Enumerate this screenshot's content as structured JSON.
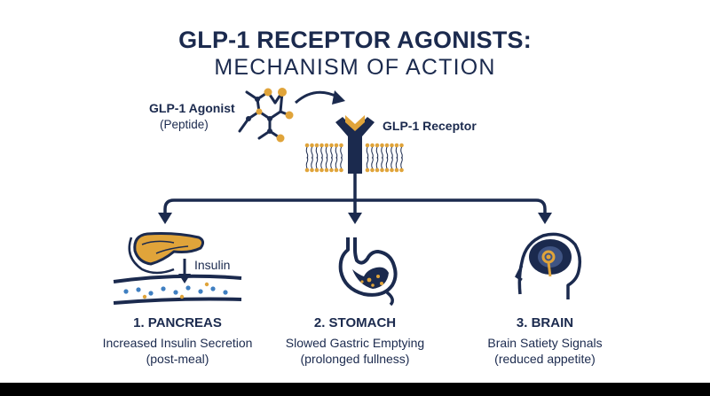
{
  "title": {
    "line1": "GLP-1 RECEPTOR AGONISTS:",
    "line2": "MECHANISM OF ACTION"
  },
  "agonist": {
    "name": "GLP-1 Agonist",
    "sub": "(Peptide)"
  },
  "receptor": {
    "name": "GLP-1 Receptor"
  },
  "pancreas": {
    "insulin_label": "Insulin",
    "heading": "1. PANCREAS",
    "line1": "Increased Insulin Secretion",
    "line2": "(post-meal)"
  },
  "stomach": {
    "heading": "2. STOMACH",
    "line1": "Slowed Gastric Emptying",
    "line2": "(prolonged fullness)"
  },
  "brain": {
    "heading": "3. BRAIN",
    "line1": "Brain Satiety Signals",
    "line2": "(reduced appetite)"
  },
  "colors": {
    "navy": "#1b2a4e",
    "gold": "#e0a43a",
    "blue_dot": "#3f7fc1",
    "white": "#ffffff"
  },
  "icons": [
    "peptide-molecule-icon",
    "receptor-icon",
    "pancreas-icon",
    "stomach-icon",
    "brain-head-icon"
  ]
}
